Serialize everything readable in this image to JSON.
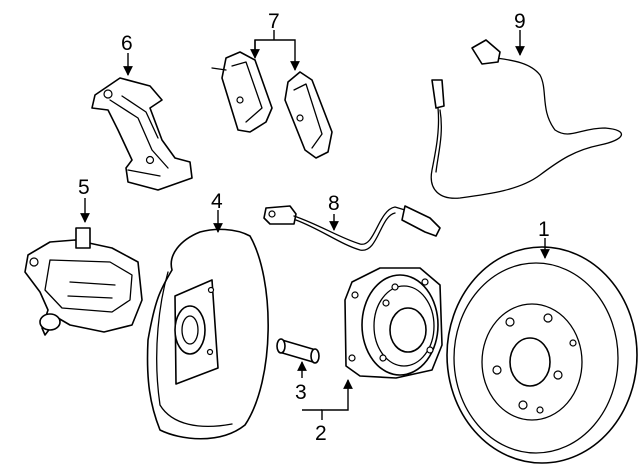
{
  "callouts": [
    {
      "id": "1",
      "part": "rotor"
    },
    {
      "id": "2",
      "part": "hub-and-bearing"
    },
    {
      "id": "3",
      "part": "wheel-stud"
    },
    {
      "id": "4",
      "part": "splash-shield"
    },
    {
      "id": "5",
      "part": "caliper"
    },
    {
      "id": "6",
      "part": "caliper-bracket"
    },
    {
      "id": "7",
      "part": "brake-pads"
    },
    {
      "id": "8",
      "part": "brake-hose"
    },
    {
      "id": "9",
      "part": "abs-sensor"
    }
  ]
}
